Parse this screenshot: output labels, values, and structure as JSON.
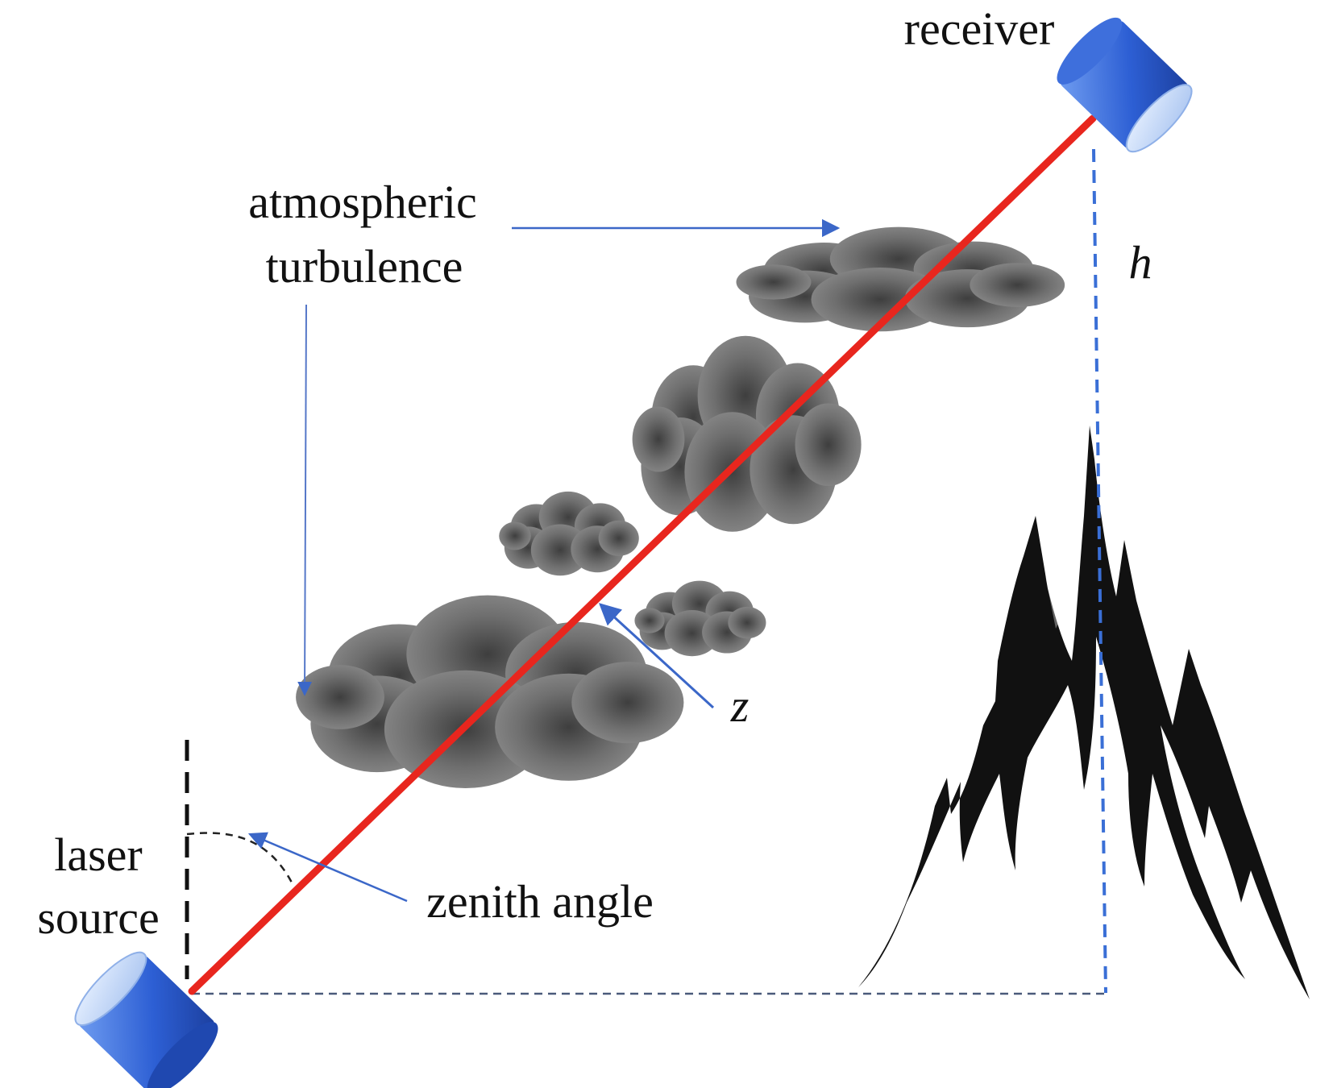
{
  "labels": {
    "receiver": "receiver",
    "atmospheric_turbulence_line1": "atmospheric",
    "atmospheric_turbulence_line2": "turbulence",
    "h_symbol": "h",
    "z_symbol": "z",
    "laser_source_line1": "laser",
    "laser_source_line2": "source",
    "zenith_angle": "zenith angle"
  },
  "colors": {
    "beam": "#e8261e",
    "device_blue": "#2f66d8",
    "arrow_blue": "#3b67c8",
    "cloud_gray": "#7a7a7a",
    "mountain": "#111111",
    "dashed_black": "#222222",
    "dashed_blue": "#3a6fd6"
  },
  "icons": {
    "receiver": "receiver-cylinder-icon",
    "laser_source": "laser-source-cylinder-icon",
    "mountain": "mountain-icon",
    "cloud": "cloud-icon"
  }
}
